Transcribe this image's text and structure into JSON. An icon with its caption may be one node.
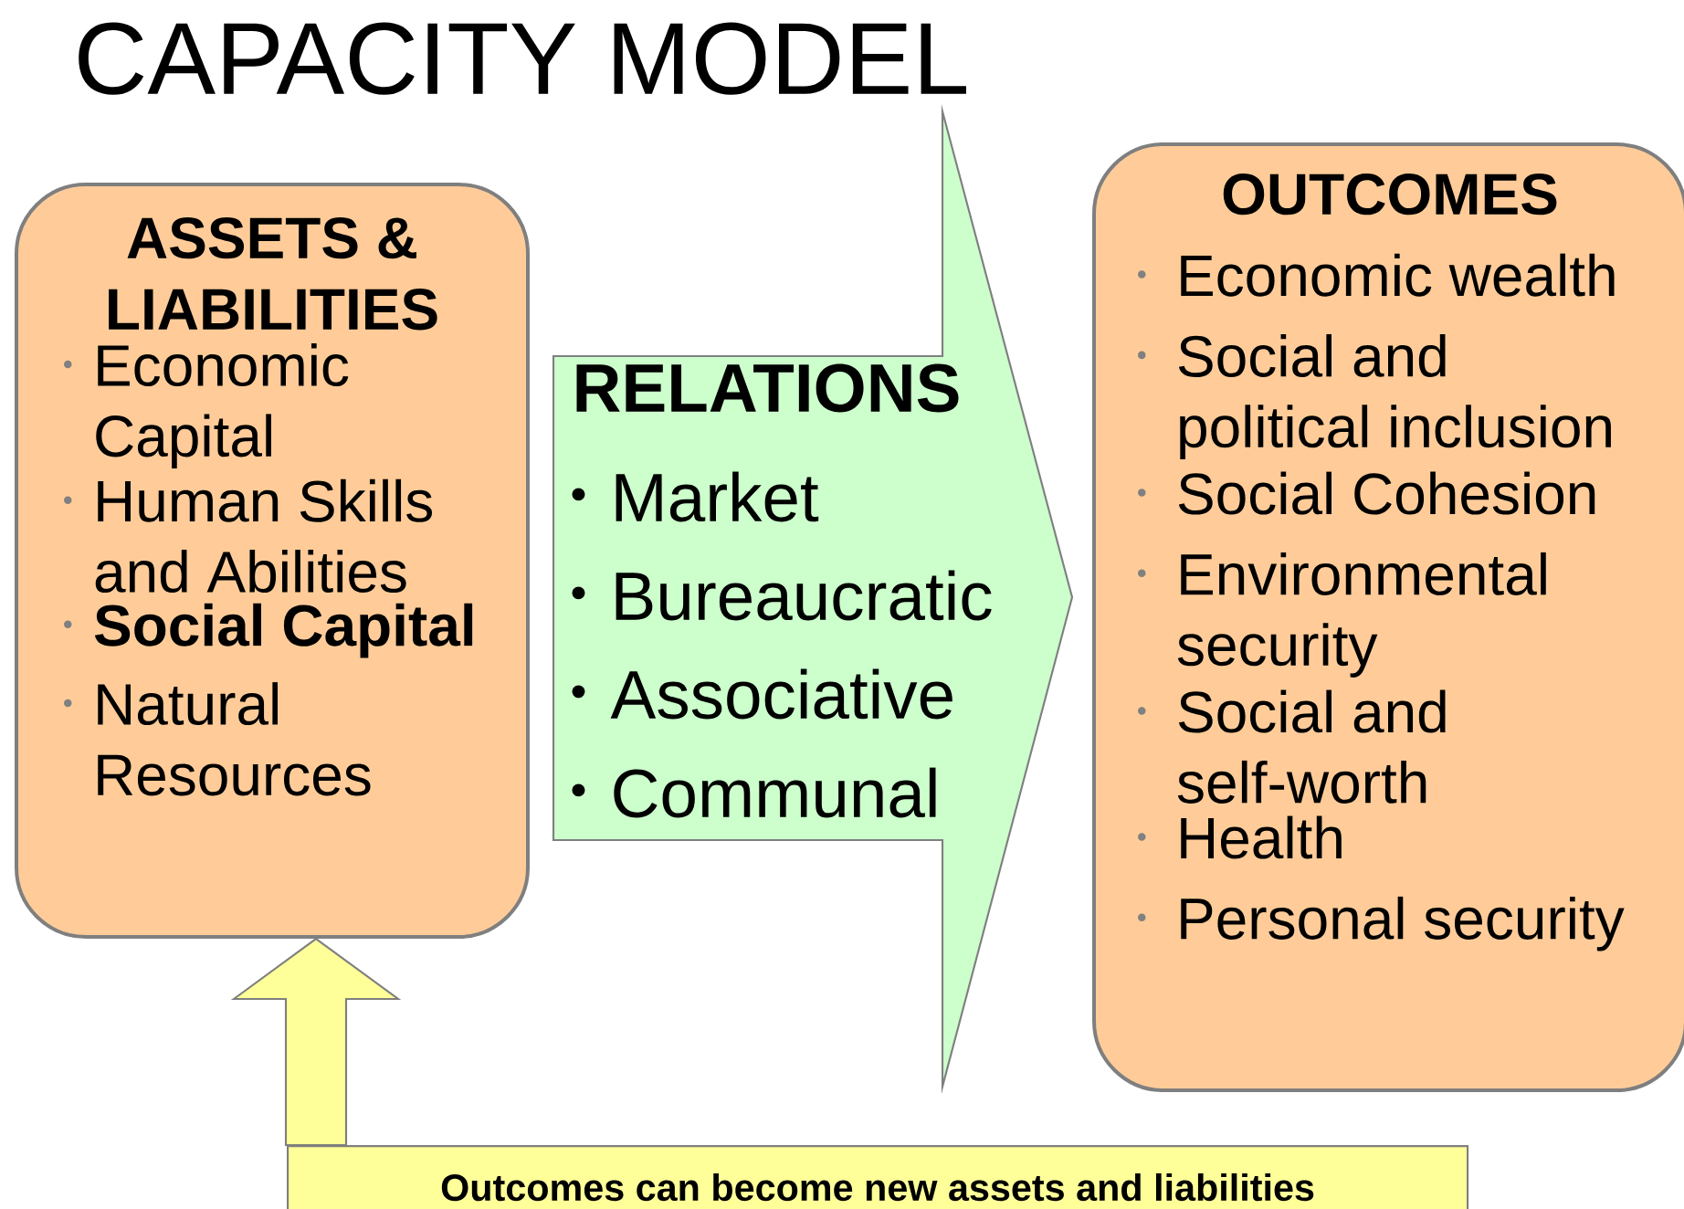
{
  "diagram": {
    "title": "CAPACITY MODEL",
    "nodes": [
      {
        "text": [
          "ASSETS & LIABILITIES",
          "Economic Capital",
          "Human Skills and Abilities",
          "**Social Capital**",
          "Natural Resources"
        ]
      },
      {
        "text": [
          "RELATIONS",
          "Market",
          "Bureaucratic",
          "Associative",
          "Communal"
        ]
      },
      {
        "text": [
          "OUTCOMES",
          "Economic wealth",
          "Social and political inclusion",
          "Social Cohesion",
          "Environmental security",
          "Social and self-worth",
          "Health",
          "Personal security"
        ]
      },
      {
        "text": [
          "Outcomes can become new assets and liabilities"
        ]
      }
    ],
    "edges": [
      {
        "from": 3,
        "to": 0,
        "arrow": "to"
      }
    ]
  }
}
